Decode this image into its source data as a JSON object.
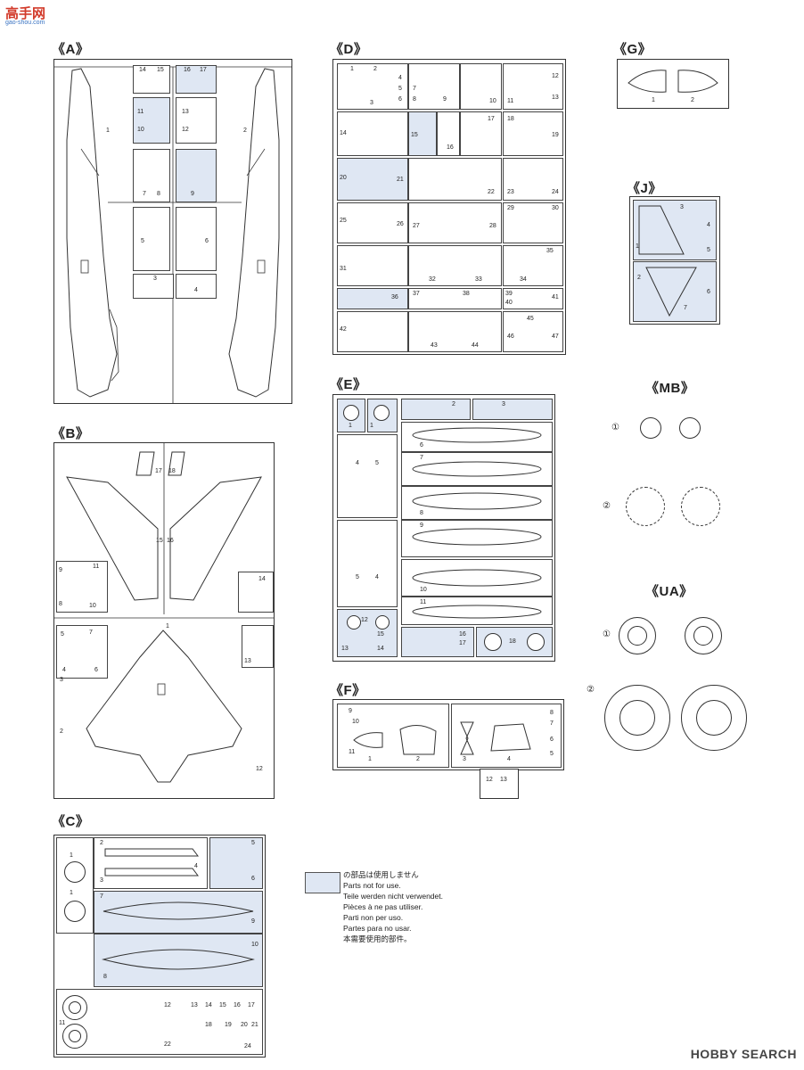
{
  "watermark": {
    "top_logo": "高手网",
    "top_logo_url": "gao-shou.com",
    "bottom_logo": "HOBBY SEARCH"
  },
  "sections": {
    "A": "《A》",
    "B": "《B》",
    "C": "《C》",
    "D": "《D》",
    "E": "《E》",
    "F": "《F》",
    "G": "《G》",
    "J": "《J》",
    "MB": "《MB》",
    "UA": "《UA》"
  },
  "part_numbers": {
    "A": [
      "1",
      "2",
      "14",
      "15",
      "16",
      "17",
      "11",
      "13",
      "10",
      "12",
      "7",
      "8",
      "9",
      "5",
      "6",
      "3",
      "4"
    ],
    "B": [
      "17",
      "18",
      "15",
      "16",
      "9",
      "11",
      "8",
      "10",
      "14",
      "5",
      "7",
      "6",
      "4",
      "1",
      "13",
      "3",
      "2",
      "12"
    ],
    "C": [
      "1",
      "2",
      "5",
      "3",
      "4",
      "6",
      "1",
      "7",
      "9",
      "8",
      "10",
      "12",
      "13",
      "14",
      "15",
      "16",
      "17",
      "18",
      "19",
      "20",
      "21",
      "11",
      "22",
      "24"
    ],
    "D": [
      "1",
      "2",
      "4",
      "5",
      "6",
      "7",
      "3",
      "8",
      "9",
      "10",
      "11",
      "12",
      "13",
      "14",
      "15",
      "16",
      "17",
      "18",
      "19",
      "20",
      "21",
      "22",
      "23",
      "24",
      "25",
      "26",
      "27",
      "28",
      "29",
      "30",
      "31",
      "32",
      "33",
      "34",
      "35",
      "36",
      "37",
      "38",
      "39",
      "40",
      "41",
      "42",
      "43",
      "44",
      "45",
      "46",
      "47"
    ],
    "E": [
      "1",
      "1",
      "2",
      "3",
      "6",
      "4",
      "5",
      "7",
      "8",
      "9",
      "5",
      "4",
      "10",
      "11",
      "12",
      "15",
      "13",
      "14",
      "16",
      "17",
      "18"
    ],
    "F": [
      "9",
      "10",
      "11",
      "1",
      "2",
      "3",
      "4",
      "8",
      "7",
      "6",
      "5",
      "12",
      "13"
    ],
    "G": [
      "1",
      "2"
    ],
    "J": [
      "3",
      "4",
      "1",
      "5",
      "2",
      "6",
      "7"
    ],
    "MB": [
      "①",
      "②"
    ],
    "UA": [
      "①",
      "②"
    ]
  },
  "legend": {
    "lines": [
      "の部品は使用しません",
      "Parts not for use.",
      "Teile werden nicht verwendet.",
      "Pièces à ne pas utiliser.",
      "Parti non per uso.",
      "Partes para no usar.",
      "本需要使用的部件。"
    ]
  },
  "colors": {
    "unused_parts": "#dfe7f3",
    "outline": "#333333"
  }
}
